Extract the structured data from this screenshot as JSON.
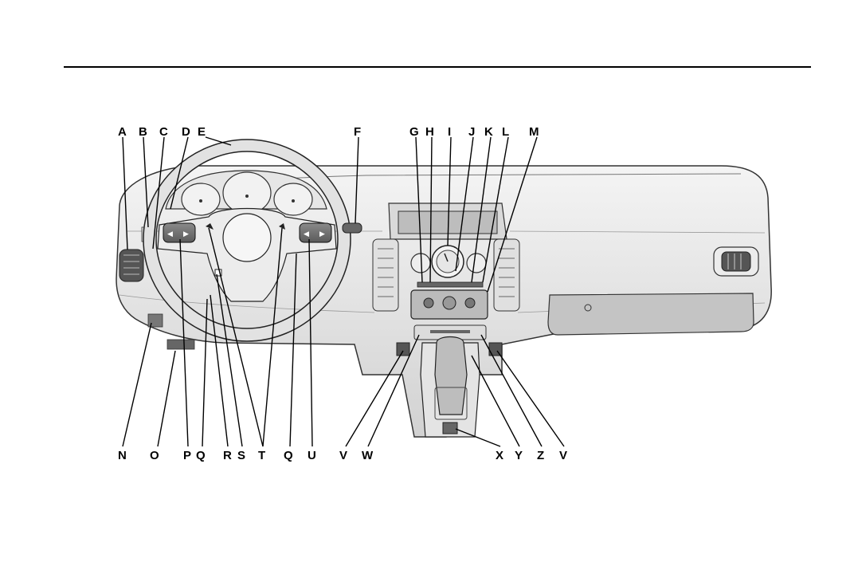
{
  "labels": {
    "top": [
      "A",
      "B",
      "C",
      "D",
      "E",
      "F",
      "G",
      "H",
      "I",
      "J",
      "K",
      "L",
      "M"
    ],
    "bottom": [
      "N",
      "O",
      "P",
      "Q",
      "R",
      "S",
      "T",
      "Q",
      "U",
      "V",
      "W",
      "X",
      "Y",
      "Z",
      "V"
    ]
  }
}
